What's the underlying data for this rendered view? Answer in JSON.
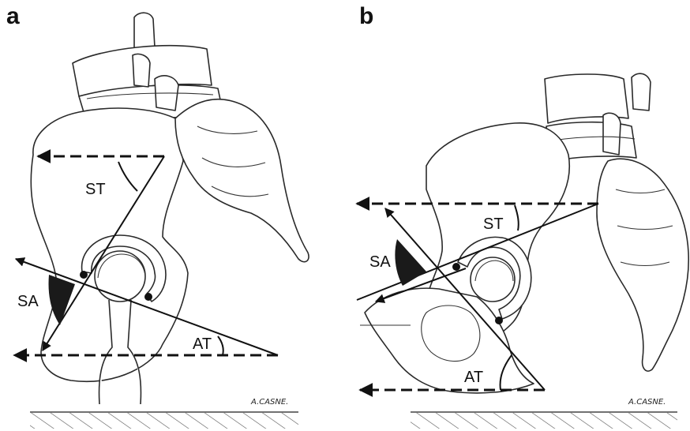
{
  "panels": [
    {
      "letter": "a",
      "labels": {
        "st": "ST",
        "sa": "SA",
        "at": "AT"
      },
      "signature": "A.CASNE."
    },
    {
      "letter": "b",
      "labels": {
        "st": "ST",
        "sa": "SA",
        "at": "AT"
      },
      "signature": "A.CASNE."
    }
  ]
}
